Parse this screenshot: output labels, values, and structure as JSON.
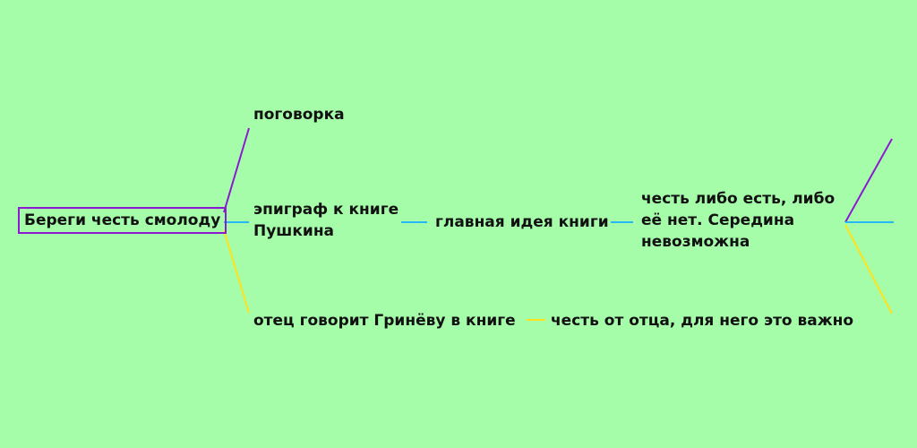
{
  "mindmap": {
    "root": "Береги честь смолоду",
    "branches": [
      {
        "label": "поговорка",
        "color": "#8a1bd0"
      },
      {
        "label": "эпиграф к книге Пушкина",
        "color": "#29b6f6",
        "children": [
          {
            "label": "главная идея книги",
            "children": [
              {
                "label": "честь либо есть, либо её нет. Середина невозможна"
              }
            ]
          }
        ]
      },
      {
        "label": "отец говорит Гринёву в книге",
        "color": "#ffe21a",
        "children": [
          {
            "label": "честь от отца, для него это важно"
          }
        ]
      }
    ],
    "trailing_connectors": [
      {
        "color": "#8a1bd0"
      },
      {
        "color": "#29b6f6"
      },
      {
        "color": "#ffe21a"
      }
    ]
  }
}
